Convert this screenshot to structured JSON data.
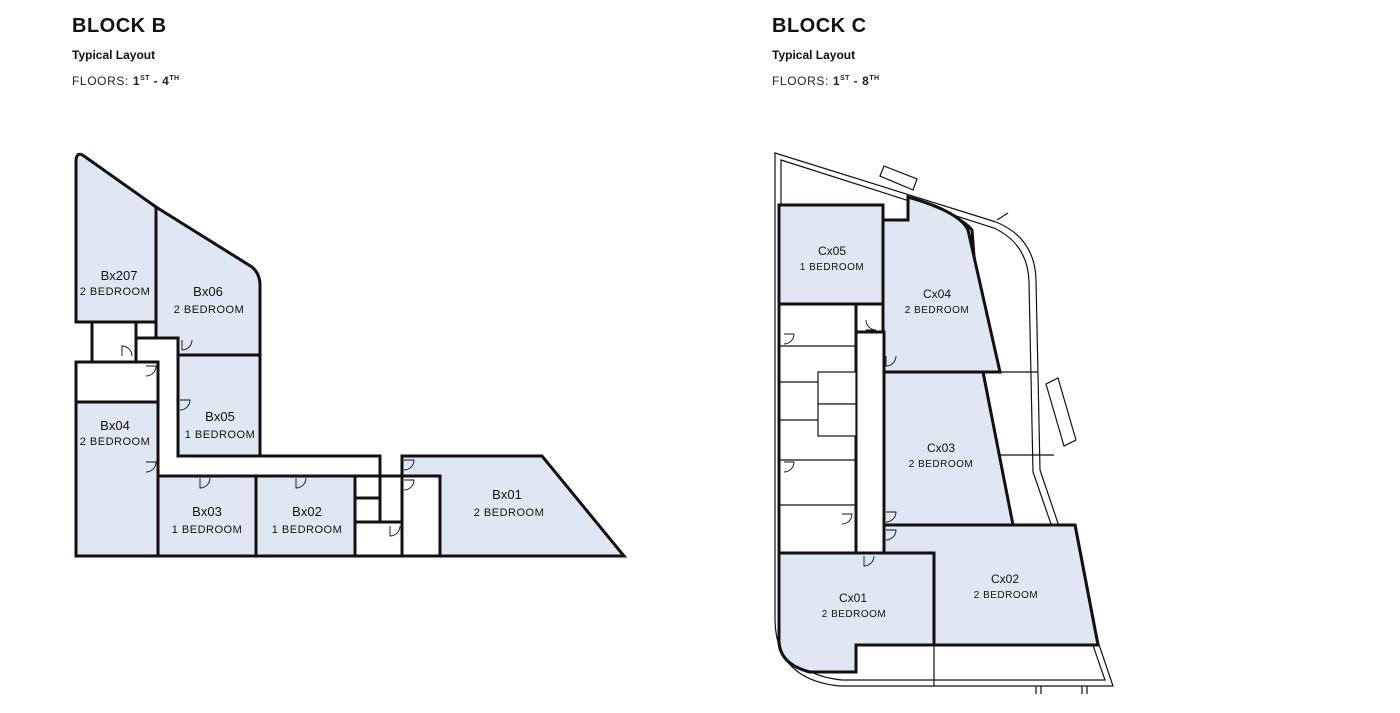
{
  "block_b": {
    "title": "BLOCK B",
    "subtitle": "Typical Layout",
    "floors_label": "FLOORS:",
    "floor_from": "1",
    "floor_from_suffix": "ST",
    "floor_sep": "-",
    "floor_to": "4",
    "floor_to_suffix": "TH",
    "units": [
      {
        "name": "Bx207",
        "type": "2 BEDROOM"
      },
      {
        "name": "Bx06",
        "type": "2 BEDROOM"
      },
      {
        "name": "Bx05",
        "type": "1 BEDROOM"
      },
      {
        "name": "Bx04",
        "type": "2 BEDROOM"
      },
      {
        "name": "Bx03",
        "type": "1 BEDROOM"
      },
      {
        "name": "Bx02",
        "type": "1 BEDROOM"
      },
      {
        "name": "Bx01",
        "type": "2 BEDROOM"
      }
    ]
  },
  "block_c": {
    "title": "BLOCK C",
    "subtitle": "Typical Layout",
    "floors_label": "FLOORS:",
    "floor_from": "1",
    "floor_from_suffix": "ST",
    "floor_sep": "-",
    "floor_to": "8",
    "floor_to_suffix": "TH",
    "units": [
      {
        "name": "Cx05",
        "type": "1 BEDROOM"
      },
      {
        "name": "Cx04",
        "type": "2 BEDROOM"
      },
      {
        "name": "Cx03",
        "type": "2 BEDROOM"
      },
      {
        "name": "Cx02",
        "type": "2 BEDROOM"
      },
      {
        "name": "Cx01",
        "type": "2 BEDROOM"
      }
    ]
  },
  "colors": {
    "unit_fill": "#dfe7f3",
    "wall": "#111111",
    "background": "#ffffff"
  }
}
